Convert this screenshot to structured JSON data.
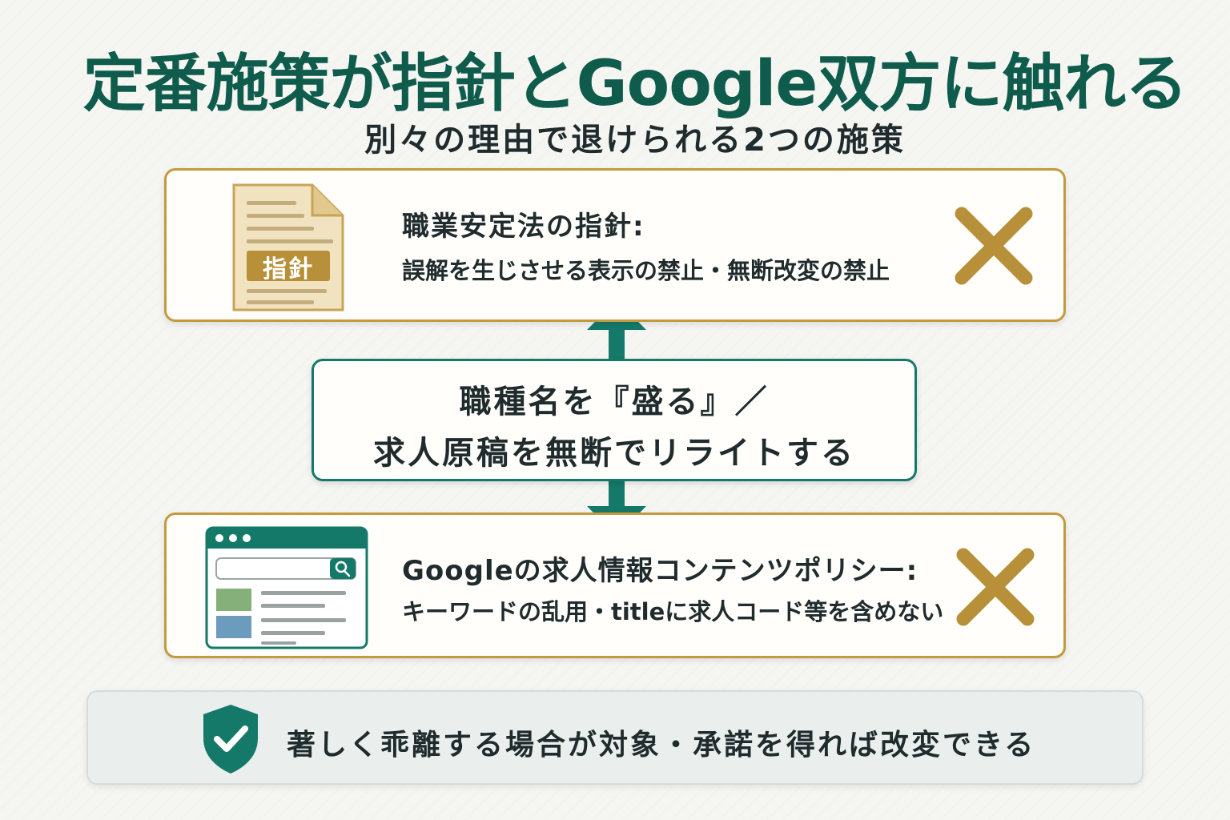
{
  "title": "定番施策が指針とGoogle双方に触れる",
  "subtitle": "別々の理由で退けられる2つの施策",
  "guideline_box": {
    "icon_label": "指針",
    "heading": "職業安定法の指針:",
    "detail": "誤解を生じさせる表示の禁止・無断改変の禁止",
    "verdict_icon": "cross-icon"
  },
  "center_box": {
    "line1": "職種名を『盛る』／",
    "line2": "求人原稿を無断でリライトする"
  },
  "google_box": {
    "heading": "Googleの求人情報コンテンツポリシー:",
    "detail": "キーワードの乱用・titleに求人コード等を含めない",
    "verdict_icon": "cross-icon"
  },
  "note_box": {
    "icon": "shield-check-icon",
    "text": "著しく乖離する場合が対象・承諾を得れば改変できる"
  },
  "colors": {
    "title_green": "#0f5c4c",
    "teal": "#15796a",
    "gold": "#c39a3d",
    "cross_gold": "#b8903a"
  }
}
